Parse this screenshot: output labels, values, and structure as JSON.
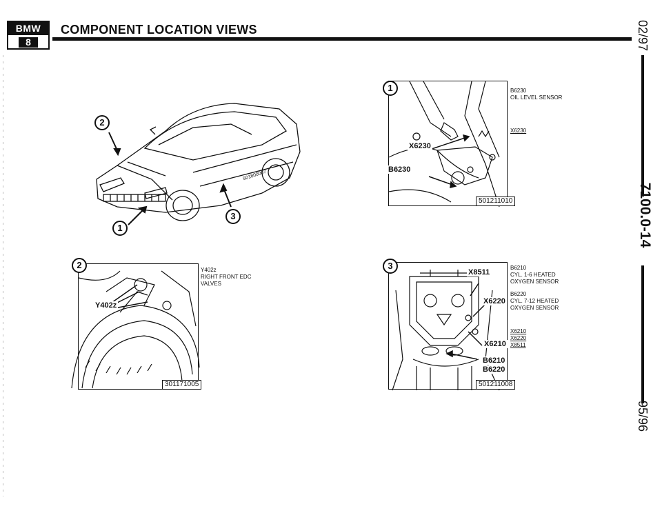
{
  "header": {
    "logo_brand": "BMW",
    "logo_series": "8",
    "title": "COMPONENT LOCATION VIEWS"
  },
  "margin": {
    "date_top": "02/97",
    "page_number": "7100.0-14",
    "date_bottom": "95/96"
  },
  "car_figure": {
    "callouts": [
      "1",
      "2",
      "3"
    ],
    "image_code": "501800007"
  },
  "panel_2": {
    "callout": "2",
    "component_tag": "Y402z",
    "figure_code": "301171005",
    "legend": [
      {
        "code": "Y402z",
        "lines": [
          "RIGHT FRONT EDC",
          "VALVES"
        ]
      }
    ]
  },
  "panel_1": {
    "callout": "1",
    "component_tags": [
      "X6230",
      "B6230"
    ],
    "figure_code": "501211010",
    "legend": [
      {
        "code": "B6230",
        "lines": [
          "OIL LEVEL SENSOR"
        ]
      },
      {
        "code": "X6230",
        "lines": []
      }
    ]
  },
  "panel_3": {
    "callout": "3",
    "component_tags": [
      "X8511",
      "X6220",
      "X6210",
      "B6210",
      "B6220"
    ],
    "figure_code": "501211008",
    "legend": [
      {
        "code": "B6210",
        "lines": [
          "CYL. 1-6 HEATED",
          "OXYGEN SENSOR"
        ]
      },
      {
        "code": "B6220",
        "lines": [
          "CYL. 7-12 HEATED",
          "OXYGEN SENSOR"
        ]
      }
    ],
    "connectors": [
      "X6210",
      "X6220",
      "X8511"
    ]
  },
  "colors": {
    "ink": "#111111",
    "paper": "#ffffff"
  }
}
